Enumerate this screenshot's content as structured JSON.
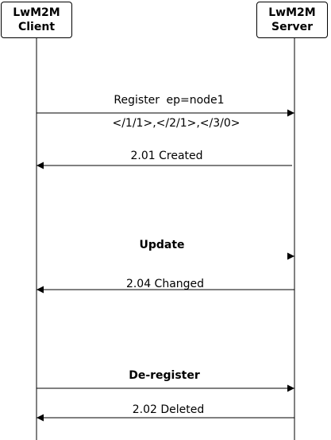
{
  "participants": {
    "client": "LwM2M\nClient",
    "server": "LwM2M\nServer"
  },
  "messages": {
    "register": {
      "label": "Register",
      "param": "ep=node1",
      "payload": "</1/1>,</2/1>,</3/0>"
    },
    "created": {
      "label": "2.01 Created"
    },
    "update": {
      "label": "Update"
    },
    "changed": {
      "label": "2.04 Changed"
    },
    "deregister": {
      "label": "De-register"
    },
    "deleted": {
      "label": "2.02 Deleted"
    }
  }
}
